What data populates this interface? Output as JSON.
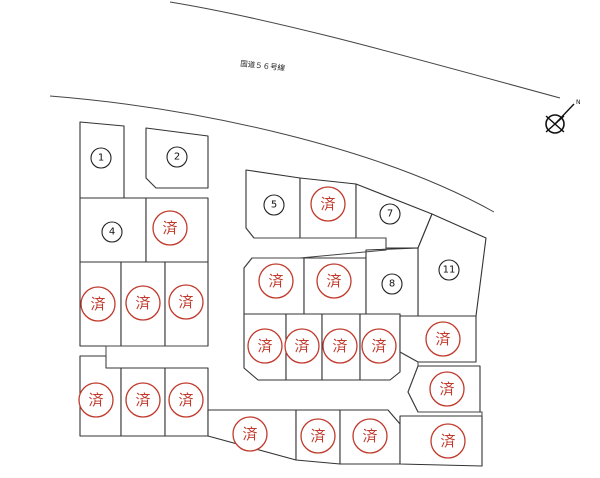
{
  "map": {
    "road_label": "国道５６号線",
    "compass_label": "N",
    "sold_label": "済",
    "lots": [
      {
        "id": "lot-1",
        "label": "1",
        "sold": false
      },
      {
        "id": "lot-2",
        "label": "2",
        "sold": false
      },
      {
        "id": "lot-4",
        "label": "4",
        "sold": false
      },
      {
        "id": "lot-left-r2-b",
        "label": "",
        "sold": true
      },
      {
        "id": "lot-left-r3-a",
        "label": "",
        "sold": true
      },
      {
        "id": "lot-left-r3-b",
        "label": "",
        "sold": true
      },
      {
        "id": "lot-left-r3-c",
        "label": "",
        "sold": true
      },
      {
        "id": "lot-left-r4-a",
        "label": "",
        "sold": true
      },
      {
        "id": "lot-left-r4-b",
        "label": "",
        "sold": true
      },
      {
        "id": "lot-left-r4-c",
        "label": "",
        "sold": true
      },
      {
        "id": "lot-5",
        "label": "5",
        "sold": false
      },
      {
        "id": "lot-mid-top-b",
        "label": "",
        "sold": true
      },
      {
        "id": "lot-7",
        "label": "7",
        "sold": false
      },
      {
        "id": "lot-11",
        "label": "11",
        "sold": false
      },
      {
        "id": "lot-mid-r2-a",
        "label": "",
        "sold": true
      },
      {
        "id": "lot-mid-r2-b",
        "label": "",
        "sold": true
      },
      {
        "id": "lot-8",
        "label": "8",
        "sold": false
      },
      {
        "id": "lot-mid-r3-a",
        "label": "",
        "sold": true
      },
      {
        "id": "lot-mid-r3-b",
        "label": "",
        "sold": true
      },
      {
        "id": "lot-mid-r3-c",
        "label": "",
        "sold": true
      },
      {
        "id": "lot-mid-r3-d",
        "label": "",
        "sold": true
      },
      {
        "id": "lot-right-r3",
        "label": "",
        "sold": true
      },
      {
        "id": "lot-right-r4",
        "label": "",
        "sold": true
      },
      {
        "id": "lot-bottom-a",
        "label": "",
        "sold": true
      },
      {
        "id": "lot-bottom-b",
        "label": "",
        "sold": true
      },
      {
        "id": "lot-bottom-c",
        "label": "",
        "sold": true
      },
      {
        "id": "lot-right-r5",
        "label": "",
        "sold": true
      }
    ]
  }
}
